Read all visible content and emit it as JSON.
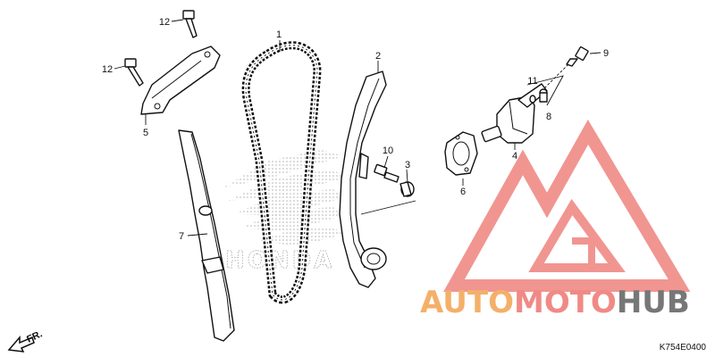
{
  "diagram": {
    "callouts": [
      {
        "id": "label-1",
        "text": "1"
      },
      {
        "id": "label-2",
        "text": "2"
      },
      {
        "id": "label-3",
        "text": "3"
      },
      {
        "id": "label-4",
        "text": "4"
      },
      {
        "id": "label-5",
        "text": "5"
      },
      {
        "id": "label-6",
        "text": "6"
      },
      {
        "id": "label-7",
        "text": "7"
      },
      {
        "id": "label-8",
        "text": "8"
      },
      {
        "id": "label-9",
        "text": "9"
      },
      {
        "id": "label-10",
        "text": "10"
      },
      {
        "id": "label-11",
        "text": "11"
      },
      {
        "id": "label-12a",
        "text": "12"
      },
      {
        "id": "label-12b",
        "text": "12"
      }
    ],
    "direction_label": "FR.",
    "diagram_code": "K754E0400",
    "brand_watermark": "HONDA"
  },
  "watermark": {
    "part1": "AUTO",
    "part2": "MOTO",
    "part3": "HUB",
    "color_orange": "#f4b06a",
    "color_red": "#f08a86",
    "color_gray": "#777777"
  }
}
